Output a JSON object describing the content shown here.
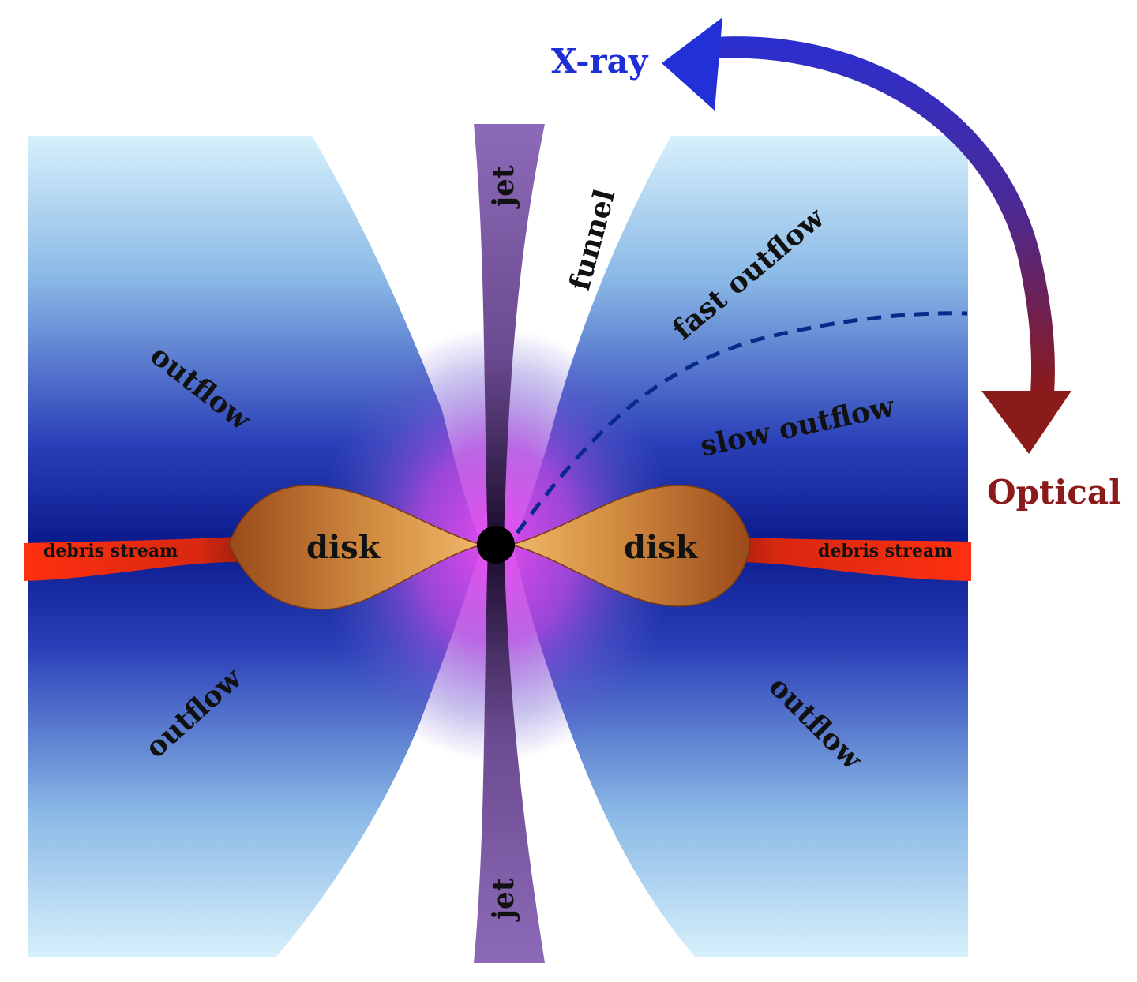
{
  "labels": {
    "xray": "X-ray",
    "optical": "Optical",
    "jet_top": "jet",
    "jet_bottom": "jet",
    "funnel": "funnel",
    "fast_outflow": "fast outflow",
    "slow_outflow": "slow outflow",
    "outflow_upper_left": "outflow",
    "outflow_lower_left": "outflow",
    "outflow_lower_right": "outflow",
    "disk_left": "disk",
    "disk_right": "disk",
    "debris_left": "debris stream",
    "debris_right": "debris stream"
  },
  "colors": {
    "xray": "#1f2fd6",
    "optical": "#8b1a1a",
    "outflow_light": "#d6f0fb",
    "outflow_dark": "#0a1a8c",
    "jet": "#8b6bb5",
    "jet_glow": "#e84cf0",
    "disk_light": "#e8a85a",
    "disk_dark": "#9a4a1a",
    "debris": "#ee2a10",
    "black_hole": "#000000",
    "dashed_line": "#0a2a8a"
  }
}
